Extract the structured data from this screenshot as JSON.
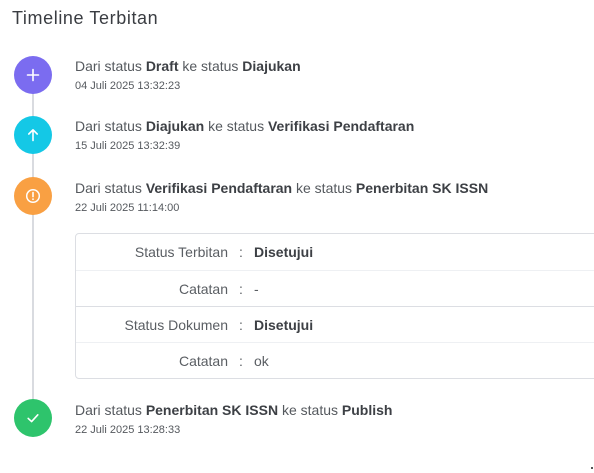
{
  "page": {
    "title": "Timeline Terbitan"
  },
  "timeline": [
    {
      "icon": "plus-icon",
      "color": "#7b6cf0",
      "prefix": "Dari status",
      "from": "Draft",
      "middle": "ke status",
      "to": "Diajukan",
      "timestamp": "04 Juli 2025 13:32:23"
    },
    {
      "icon": "arrow-up-icon",
      "color": "#14c8e6",
      "prefix": "Dari status",
      "from": "Diajukan",
      "middle": "ke status",
      "to": "Verifikasi Pendaftaran",
      "timestamp": "15 Juli 2025 13:32:39"
    },
    {
      "icon": "alert-circle-icon",
      "color": "#f9a043",
      "prefix": "Dari status",
      "from": "Verifikasi Pendaftaran",
      "middle": "ke status",
      "to": "Penerbitan SK ISSN",
      "timestamp": "22 Juli 2025 11:14:00"
    },
    {
      "icon": "check-icon",
      "color": "#2ec46c",
      "prefix": "Dari status",
      "from": "Penerbitan SK ISSN",
      "middle": "ke status",
      "to": "Publish",
      "timestamp": "22 Juli 2025 13:28:33"
    }
  ],
  "detail": {
    "colon": ":",
    "status_terbitan_label": "Status Terbitan",
    "status_terbitan_value": "Disetujui",
    "catatan_1_label": "Catatan",
    "catatan_1_value": "-",
    "status_dokumen_label": "Status Dokumen",
    "status_dokumen_value": "Disetujui",
    "catatan_2_label": "Catatan",
    "catatan_2_value": "ok"
  }
}
